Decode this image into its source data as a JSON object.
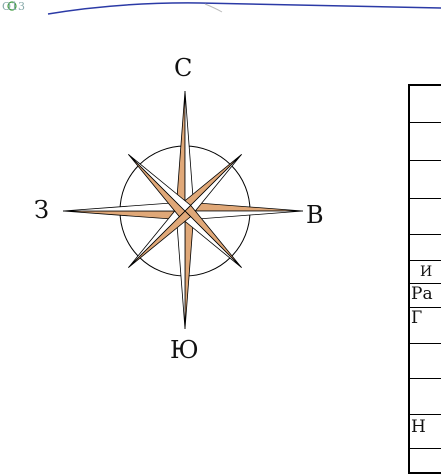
{
  "compass": {
    "north": "С",
    "south": "Ю",
    "west": "З",
    "east": "В",
    "fill_color": "#e0a878",
    "line_color": "#000000"
  },
  "top_decor": {
    "text": "О13",
    "line_color": "#2b3aa6"
  },
  "stamp_table": {
    "rows": [
      "",
      "",
      "",
      "",
      "",
      "И",
      "Ра",
      "Г",
      "",
      "",
      "Н",
      ""
    ]
  }
}
